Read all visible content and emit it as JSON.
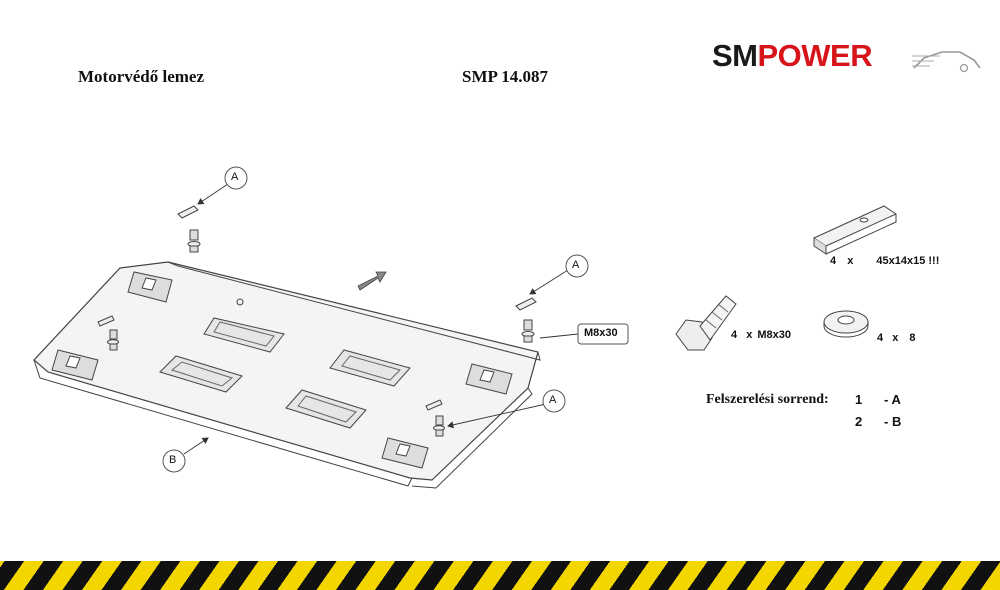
{
  "header": {
    "title": "Motorvédő lemez",
    "code": "SMP 14.087"
  },
  "brand": {
    "part1": "SM",
    "part2": "POWER",
    "color1": "#1a1a1a",
    "color2": "#d8141b"
  },
  "callouts": {
    "a_top": "A",
    "a_right": "A",
    "a_bottom": "A",
    "b": "B",
    "bolt_size": "M8x30"
  },
  "parts": {
    "plate_qty": "4",
    "plate_x": "x",
    "plate_size": "45x14x15 !!!",
    "bolt_qty": "4",
    "bolt_x": "x",
    "bolt_size": "M8x30",
    "washer_qty": "4",
    "washer_x": "x",
    "washer_size": "8"
  },
  "order": {
    "label": "Felszerelési sorrend:",
    "rows": [
      {
        "num": "1",
        "letter": "- A"
      },
      {
        "num": "2",
        "letter": "- B"
      }
    ]
  },
  "colors": {
    "hazard_yellow": "#f3d500",
    "hazard_black": "#111111",
    "line": "#555555"
  }
}
